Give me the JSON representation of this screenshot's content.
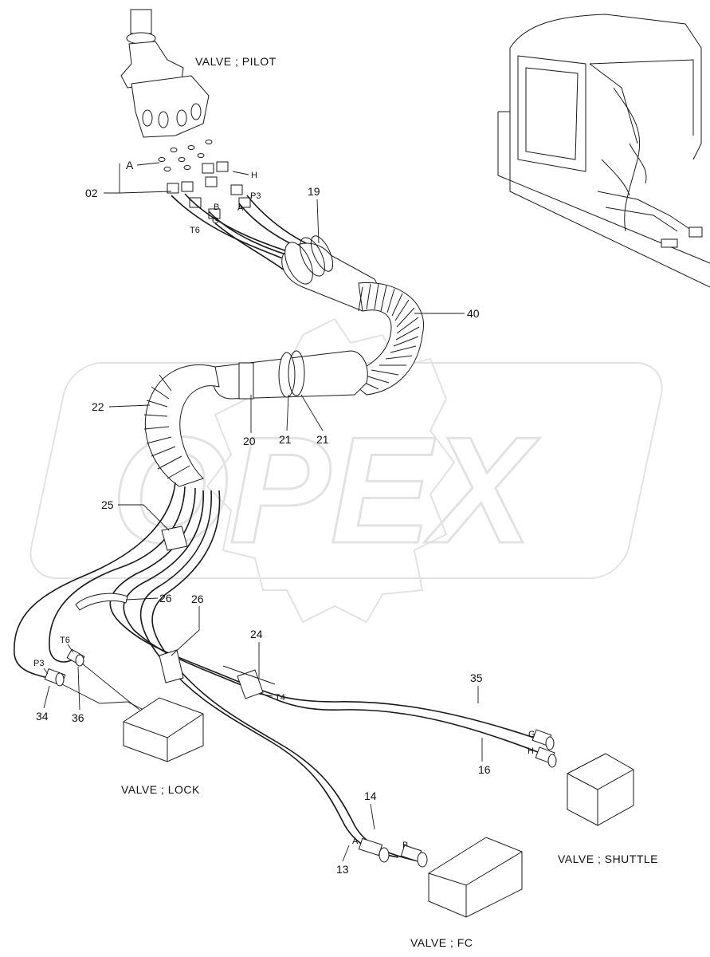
{
  "watermark": "OPEX",
  "titles": {
    "pilot": "VALVE ; PILOT",
    "lock": "VALVE ; LOCK",
    "shuttle": "VALVE ; SHUTTLE",
    "fc": "VALVE ; FC"
  },
  "part_numbers": {
    "p02": "02",
    "p19": "19",
    "p40": "40",
    "p22": "22",
    "p20": "20",
    "p21a": "21",
    "p21b": "21",
    "p25": "25",
    "p26a": "26",
    "p26b": "26",
    "p24": "24",
    "p35": "35",
    "p16": "16",
    "p14": "14",
    "p13": "13",
    "p34": "34",
    "p36": "36"
  },
  "port_labels": {
    "A_top": "A",
    "H_top": "H",
    "P3_top": "P3",
    "B_top": "B",
    "A_mid": "A",
    "G_top": "G",
    "T6_top": "T6",
    "T6_lock": "T6",
    "P3_lock": "P3",
    "T4": "T4",
    "G_shuttle": "G",
    "H_shuttle": "H",
    "A_fc": "A",
    "B_fc": "B"
  }
}
